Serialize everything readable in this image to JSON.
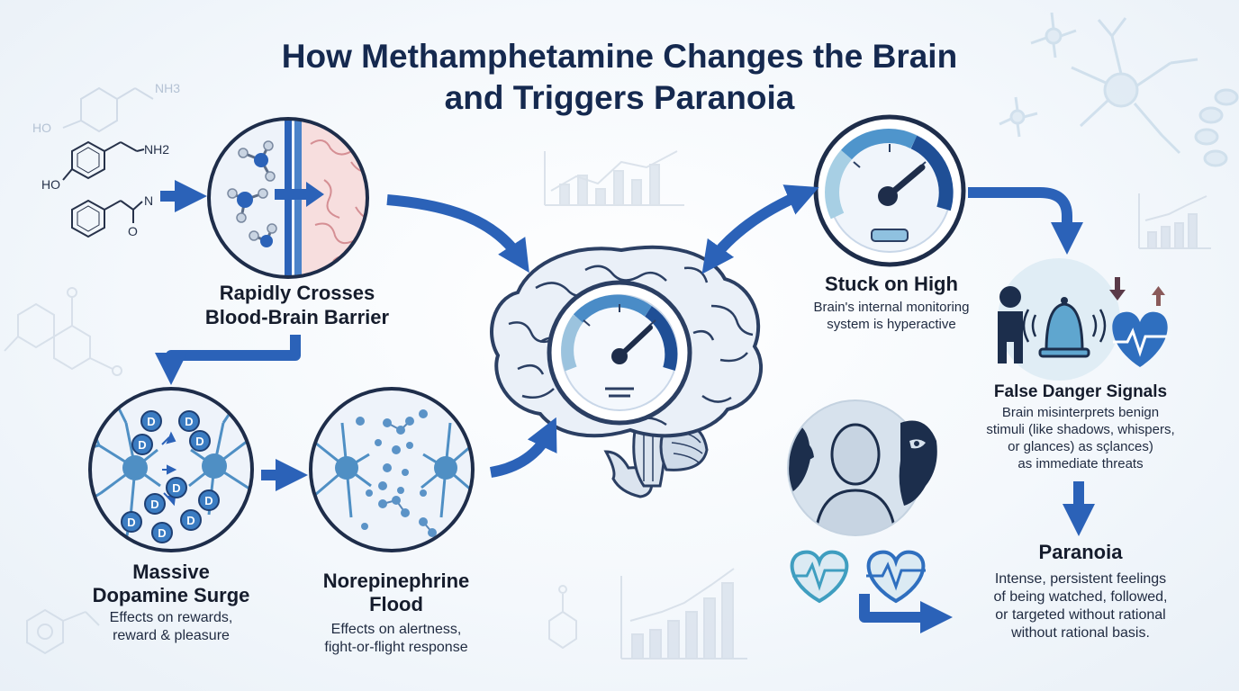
{
  "title_line1": "How Methamphetamine Changes the Brain",
  "title_line2": "and Triggers Paranoia",
  "chem_labels": {
    "nh3": "NH3",
    "ho_top": "HO",
    "nh2": "NH2",
    "ho": "HO",
    "n": "N",
    "o": "O"
  },
  "dopamine_marker": "D",
  "steps": {
    "barrier": {
      "line1": "Rapidly Crosses",
      "line2": "Blood-Brain Barrier"
    },
    "dopamine": {
      "line1": "Massive",
      "line2": "Dopamine Surge",
      "desc1": "Effects on rewards,",
      "desc2": "reward & pleasure"
    },
    "norepinephrine": {
      "line1": "Norepinephrine",
      "line2": "Flood",
      "desc1": "Effects on alertness,",
      "desc2": "fight-or-flight response"
    },
    "stuck": {
      "title": "Stuck on High",
      "desc1": "Brain's internal monitoring",
      "desc2": "system is hyperactive"
    },
    "danger": {
      "title": "False Danger Signals",
      "desc1": "Brain misinterprets benign",
      "desc2": "stimuli (like shadows, whispers,",
      "desc3": "or glances) as sçlances)",
      "desc4": "as immediate threats"
    },
    "paranoia": {
      "title": "Paranoia",
      "desc1": "Intense, persistent feelings",
      "desc2": "of being watched, followed,",
      "desc3": "or targeted without rational",
      "desc4": "without rational basis."
    }
  },
  "colors": {
    "arrow_blue": "#2b62b8",
    "navy": "#15294f",
    "circle_fill": "#edf3fa",
    "neuron_blue": "#4f8fc4",
    "brain_fill": "#eaf0f8",
    "brain_stroke": "#2b3f63",
    "tissue_pink": "#f6d9d9",
    "heart_teal": "#3f9ec0",
    "heart_blue": "#2f6fbf"
  }
}
